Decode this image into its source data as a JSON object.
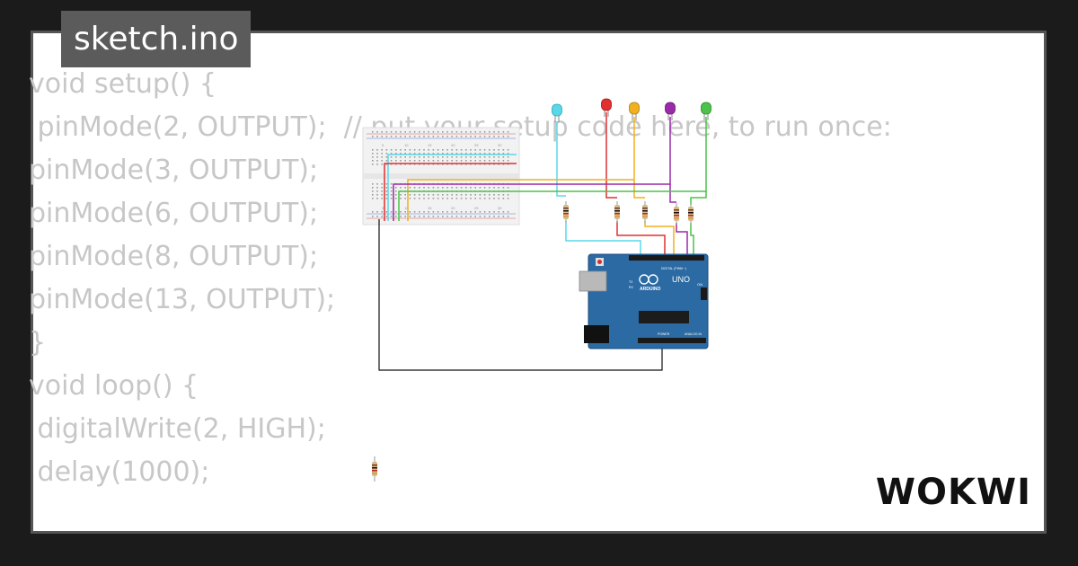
{
  "sketch_title": "sketch.ino",
  "code_lines": [
    "void setup() {",
    " pinMode(2, OUTPUT);  // put your setup code here, to run once:",
    "pinMode(3, OUTPUT);",
    "pinMode(6, OUTPUT);",
    "pinMode(8, OUTPUT);",
    "pinMode(13, OUTPUT);",
    "}",
    "",
    "void loop() {",
    " digitalWrite(2, HIGH);",
    " delay(1000);"
  ],
  "logo_text": "WOKWI",
  "board": {
    "name": "UNO",
    "brand": "ARDUINO",
    "digital_label": "DIGITAL (PWM ~)",
    "analog_label": "ANALOG IN",
    "power_label": "POWER",
    "on_label": "ON",
    "tx_label": "TX",
    "rx_label": "RX"
  },
  "breadboard_numbers": [
    "1",
    "5",
    "10",
    "15",
    "20",
    "25",
    "30"
  ],
  "colors": {
    "led_cyan": "#5bd8e8",
    "led_red": "#e03030",
    "led_yellow": "#f0b020",
    "led_purple": "#9a2aa8",
    "led_green": "#4cc24a",
    "board": "#2b6aa3",
    "wire_gnd": "#111111"
  }
}
